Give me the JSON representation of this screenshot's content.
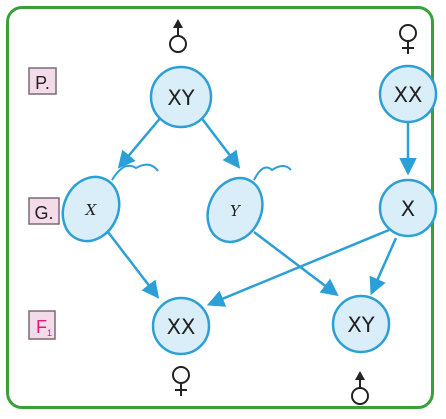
{
  "colors": {
    "frame": "#3aa13a",
    "circle_fill": "#d9eef8",
    "circle_stroke": "#2b9fd6",
    "arrow": "#2b9fd6",
    "label_fill": "#f4dbe9",
    "label_stroke": "#7a6a72",
    "f1_text": "#e0197d"
  },
  "rows": {
    "parents": "P.",
    "gametes": "G.",
    "f1": "F",
    "f1_subscript": "1"
  },
  "parents": {
    "male_symbol": "♂",
    "female_symbol": "♀",
    "male_genotype": "XY",
    "female_genotype": "XX"
  },
  "gametes": {
    "sperm_x": "X",
    "sperm_y": "Y",
    "egg_x": "X"
  },
  "offspring": {
    "female_genotype": "XX",
    "female_symbol": "♀",
    "male_genotype": "XY",
    "male_symbol": "♂"
  }
}
